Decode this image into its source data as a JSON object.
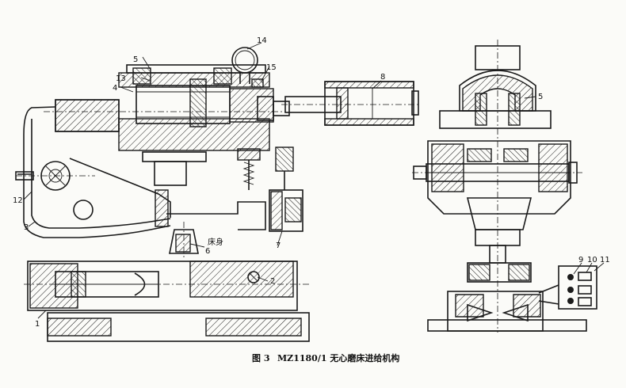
{
  "labels": {
    "n1": "1",
    "n2": "2",
    "n3": "3",
    "n4": "4",
    "n5a": "5",
    "n5b": "5",
    "n6": "6",
    "n7": "7",
    "n8": "8",
    "n9": "9",
    "n10": "10",
    "n11": "11",
    "n12": "12",
    "n13": "13",
    "n14": "14",
    "n15": "15",
    "bed": "床身"
  },
  "caption": {
    "figure": "图 3",
    "title": "MZ1180/1 无心磨床进给机构"
  }
}
